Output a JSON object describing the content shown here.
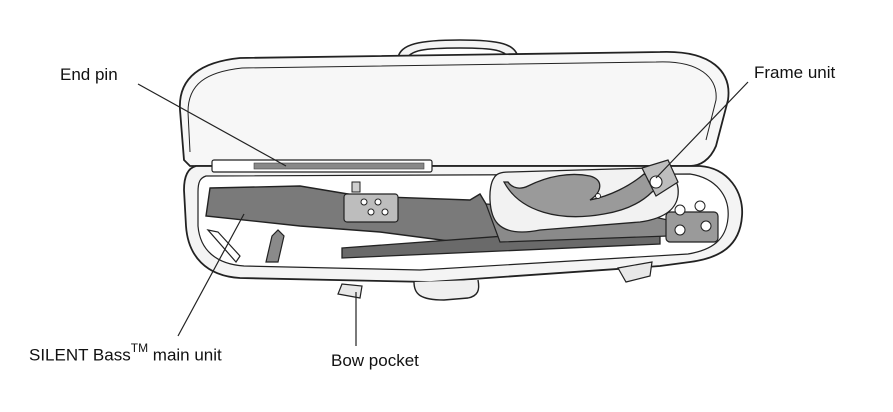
{
  "labels": {
    "end_pin": "End pin",
    "frame_unit": "Frame unit",
    "main_unit_name": "SILENT Bass",
    "main_unit_trademark": "TM",
    "main_unit_suffix": " main unit",
    "bow_pocket": "Bow pocket"
  },
  "colors": {
    "outline": "#222222",
    "case_fill": "#f7f7f7",
    "body_fill": "#7a7a7a",
    "body_fill_dark": "#5e5e5e",
    "frame_fill": "#9a9a9a",
    "lining_fill": "#ffffff"
  }
}
